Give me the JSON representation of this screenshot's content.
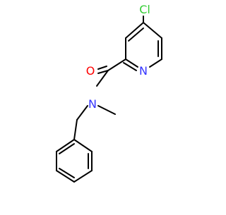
{
  "molecule": {
    "atom_labels": {
      "chlorine": "Cl",
      "oxygen": "O",
      "ring_nitrogen": "N",
      "amide_nitrogen": "N"
    },
    "colors": {
      "bond": "#000000",
      "chlorine": "#33cc33",
      "oxygen": "#ff0000",
      "nitrogen": "#3333ff"
    }
  }
}
